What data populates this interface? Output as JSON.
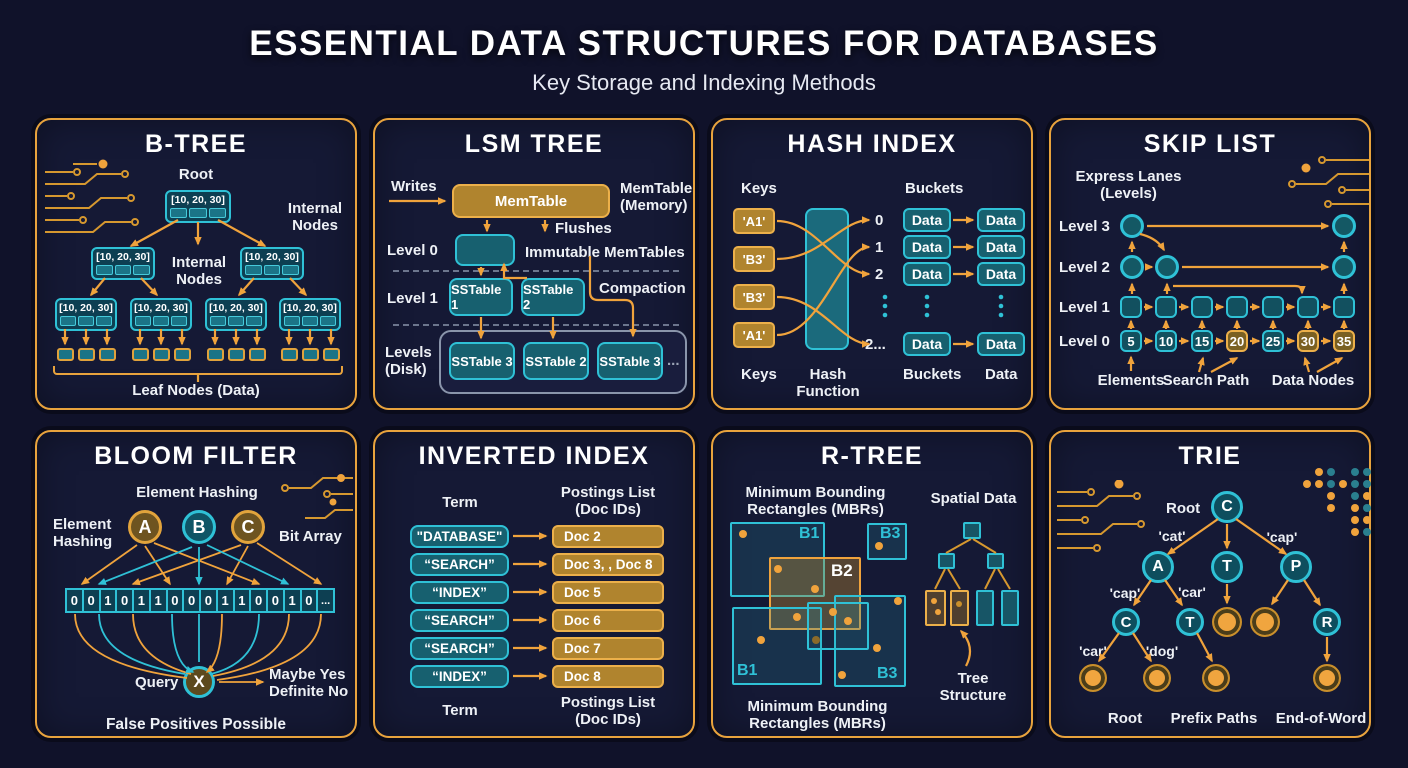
{
  "header": {
    "title": "ESSENTIAL DATA STRUCTURES FOR DATABASES",
    "subtitle": "Key Storage and Indexing Methods"
  },
  "colors": {
    "background": "#10122a",
    "panel_bg": "#151935",
    "panel_border": "#e8a33d",
    "teal": "#2fc1d6",
    "teal_fill": "#17606f",
    "orange": "#f0a33c",
    "gold_fill": "#b0842e",
    "text": "#ffffff"
  },
  "btree": {
    "title": "B-TREE",
    "root": "Root",
    "node_value": "[10, 20, 30]",
    "internal_right": "Internal Nodes",
    "internal_mid": "Internal Nodes",
    "leaf_label": "Leaf Nodes (Data)"
  },
  "lsm": {
    "title": "LSM TREE",
    "writes": "Writes",
    "memtable": "MemTable",
    "memtable_memory": "MemTable (Memory)",
    "flushes": "Flushes",
    "level0": "Level 0",
    "immutable": "Immutable MemTables",
    "level1": "Level 1",
    "compaction": "Compaction",
    "levels_disk": "Levels (Disk)",
    "sstable1": "SSTable 1",
    "sstable2": "SSTable 2",
    "disk": [
      "SSTable 3",
      "SSTable 2",
      "SSTable 3"
    ],
    "ellipsis": "..."
  },
  "hash": {
    "title": "HASH INDEX",
    "keys_top": "Keys",
    "buckets_top": "Buckets",
    "keys": [
      "'A1'",
      "'B3'",
      "'B3'",
      "'A1'"
    ],
    "indices": [
      "0",
      "1",
      "2",
      "2..."
    ],
    "data": "Data",
    "keys_bottom": "Keys",
    "hash_function": "Hash Function",
    "buckets_bottom": "Buckets",
    "data_bottom": "Data"
  },
  "skiplist": {
    "title": "SKIP LIST",
    "express": "Express Lanes (Levels)",
    "level_labels": [
      "Level 3",
      "Level 2",
      "Level 1",
      "Level 0"
    ],
    "values": [
      "5",
      "10",
      "15",
      "20",
      "25",
      "30",
      "35"
    ],
    "elements": "Elements",
    "search_path": "Search Path",
    "data_nodes": "Data Nodes"
  },
  "bloom": {
    "title": "BLOOM FILTER",
    "hashing_top": "Element Hashing",
    "hashing_left": "Element Hashing",
    "bit_array": "Bit Array",
    "a": "A",
    "b": "B",
    "c": "C",
    "bits": [
      "0",
      "0",
      "1",
      "0",
      "1",
      "1",
      "0",
      "0",
      "0",
      "1",
      "1",
      "0",
      "0",
      "1",
      "0",
      "..."
    ],
    "query": "Query",
    "x": "X",
    "maybe": "Maybe Yes",
    "definite": "Definite No",
    "footer": "False Positives Possible"
  },
  "inverted": {
    "title": "INVERTED INDEX",
    "term_top": "Term",
    "postings_top": "Postings List (Doc IDs)",
    "rows": [
      {
        "term": "\"DATABASE\"",
        "docs": "Doc 2"
      },
      {
        "term": "“SEARCH”",
        "docs": "Doc 3, , Doc 8"
      },
      {
        "term": "“INDEX”",
        "docs": "Doc 5"
      },
      {
        "term": "“SEARCH”",
        "docs": "Doc 6"
      },
      {
        "term": "“SEARCH”",
        "docs": "Doc 7"
      },
      {
        "term": "“INDEX”",
        "docs": "Doc 8"
      }
    ],
    "term_bottom": "Term",
    "postings_bottom": "Postings List (Doc IDs)"
  },
  "rtree": {
    "title": "R-TREE",
    "mbr_top": "Minimum Bounding Rectangles (MBRs)",
    "spatial": "Spatial Data",
    "b1a": "B1",
    "b3a": "B3",
    "b2": "B2",
    "b1b": "B1",
    "b3b": "B3",
    "tree_structure": "Tree Structure",
    "mbr_bottom": "Minimum Bounding Rectangles (MBRs)"
  },
  "trie": {
    "title": "TRIE",
    "root_label": "Root",
    "n_c": "C",
    "n_a": "A",
    "n_t": "T",
    "n_p": "P",
    "n_c2": "C",
    "n_t2": "T",
    "n_r": "R",
    "e_cat": "'cat'",
    "e_cap1": "'cap'",
    "e_cap2": "'cap'",
    "e_car1": "'car'",
    "e_car2": "'car'",
    "e_dog": "'dog'",
    "legend_root": "Root",
    "legend_prefix": "Prefix Paths",
    "legend_eow": "End-of-Word"
  }
}
